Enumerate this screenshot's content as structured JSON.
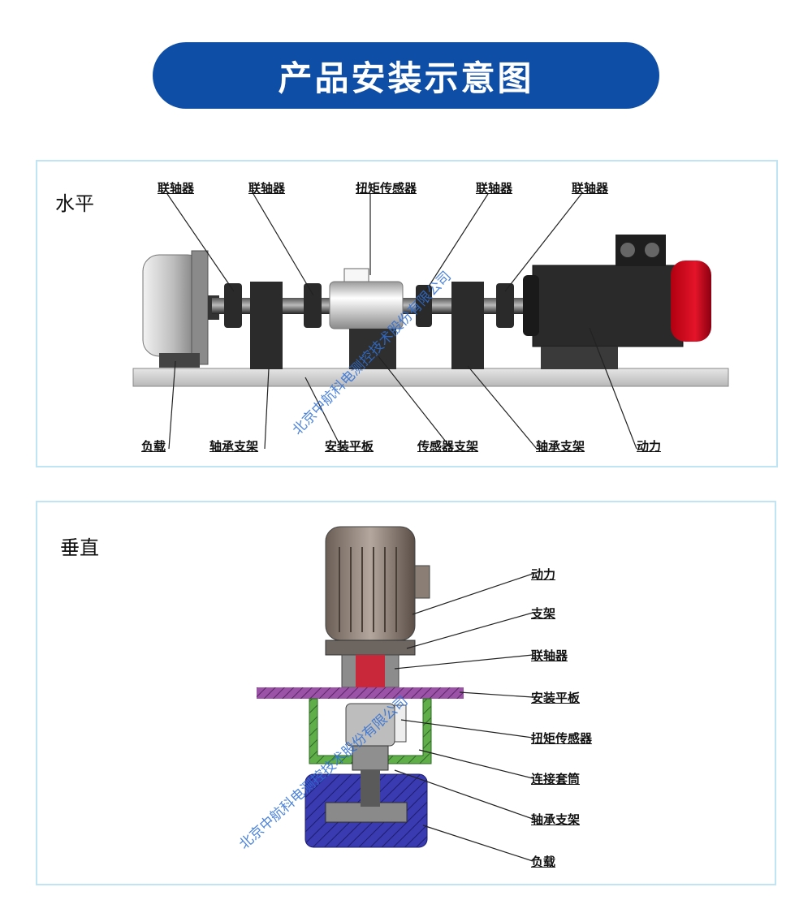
{
  "banner": {
    "title": "产品安装示意图"
  },
  "horizontal": {
    "title": "水平",
    "top_labels": [
      "联轴器",
      "联轴器",
      "扭矩传感器",
      "联轴器",
      "联轴器"
    ],
    "bottom_labels": [
      "负载",
      "轴承支架",
      "安装平板",
      "传感器支架",
      "轴承支架",
      "动力"
    ]
  },
  "vertical": {
    "title": "垂直",
    "labels": [
      "动力",
      "支架",
      "联轴器",
      "安装平板",
      "扭矩传感器",
      "连接套筒",
      "轴承支架",
      "负载"
    ]
  },
  "watermark": "北京中航科电测控技术股份有限公司",
  "colors": {
    "banner": "#0f4ea6",
    "panel_border": "#bfe4f5",
    "watermark": "#2f6fd4"
  }
}
